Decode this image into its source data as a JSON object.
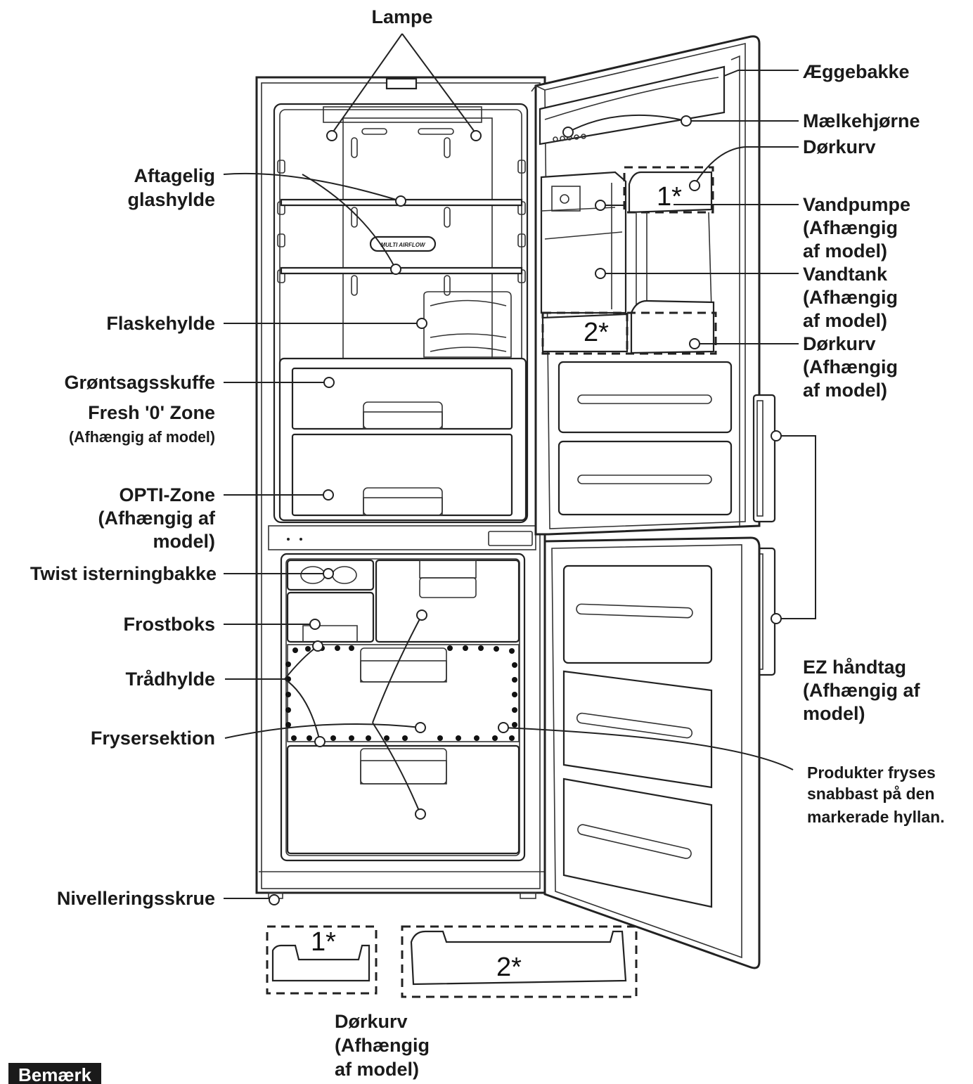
{
  "labels": {
    "lampe": "Lampe",
    "aeggebakke": "Æggebakke",
    "maelkehjorne": "Mælkehjørne",
    "dorkurv_top": "Dørkurv",
    "vandpumpe": [
      "Vandpumpe",
      "(Afhængig",
      "af model)"
    ],
    "vandtank": [
      "Vandtank",
      "(Afhængig",
      "af model)"
    ],
    "dorkurv_mid": [
      "Dørkurv",
      "(Afhængig",
      "af model)"
    ],
    "aftagelig": [
      "Aftagelig",
      "glashylde"
    ],
    "flaskehylde": "Flaskehylde",
    "grontsag": "Grøntsagsskuffe",
    "fresh_zone": "Fresh '0' Zone",
    "fresh_zone_note": "(Afhængig af model)",
    "opti_zone": [
      "OPTI-Zone",
      "(Afhængig af",
      "model)"
    ],
    "twist": "Twist isterningbakke",
    "frostboks": "Frostboks",
    "tradhylde": "Trådhylde",
    "frysersektion": "Frysersektion",
    "ez_handtag": [
      "EZ håndtag",
      "(Afhængig af",
      "model)"
    ],
    "produkter": [
      "Produkter fryses",
      "snabbast på den",
      "markerade hyllan."
    ],
    "nivellering": "Nivelleringsskrue",
    "dorkurv_bottom": [
      "Dørkurv",
      "(Afhængig",
      "af model)"
    ],
    "mark_1": "1*",
    "mark_2": "2*",
    "airflow": "MULTI AIRFLOW",
    "remark": "Bemærk"
  }
}
